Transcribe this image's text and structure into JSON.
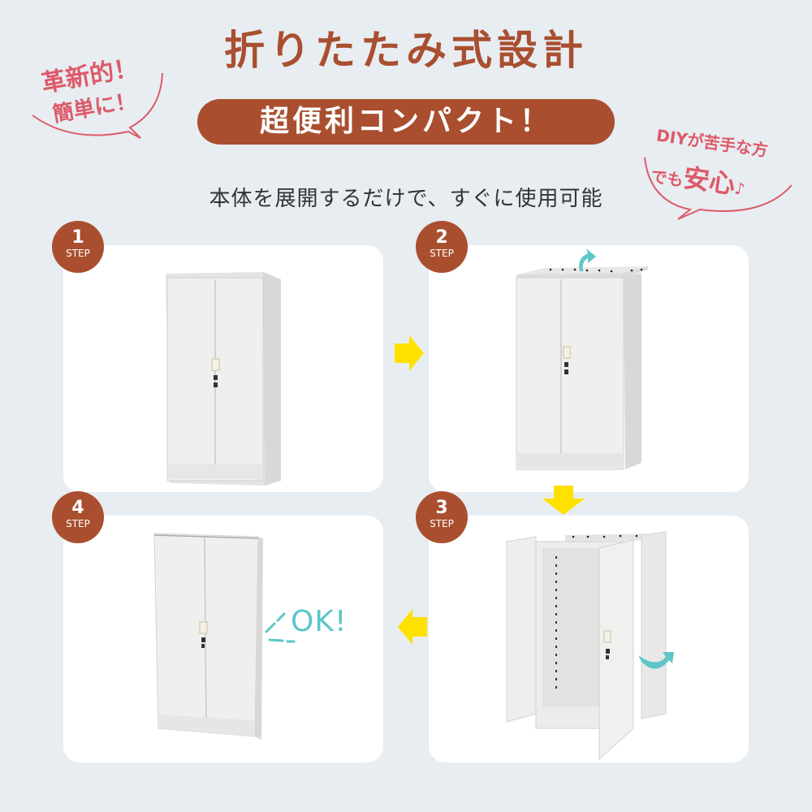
{
  "header": {
    "title": "折りたたみ式設計",
    "pill_label": "超便利コンパクト！",
    "subtitle": "本体を展開するだけで、すぐに使用可能"
  },
  "bubbles": {
    "left": {
      "line1": "革新的！",
      "line2": "簡単に！"
    },
    "right": {
      "line1": "DIYが苦手な方",
      "line2_prefix": "でも",
      "line2_emphasis": "安心",
      "line2_suffix": "♪"
    }
  },
  "steps": [
    {
      "number": "1",
      "label": "STEP",
      "description": "folded cabinet"
    },
    {
      "number": "2",
      "label": "STEP",
      "description": "lift top frame"
    },
    {
      "number": "3",
      "label": "STEP",
      "description": "unfold sides"
    },
    {
      "number": "4",
      "label": "STEP",
      "description": "assembled cabinet"
    }
  ],
  "ok_label": "OK!",
  "colors": {
    "background": "#e8edf1",
    "brand_brown": "#a94f30",
    "bubble_pink": "#dd5a6a",
    "arrow_yellow": "#ffe100",
    "accent_teal": "#5ec5c8",
    "cabinet": "#ececea"
  }
}
